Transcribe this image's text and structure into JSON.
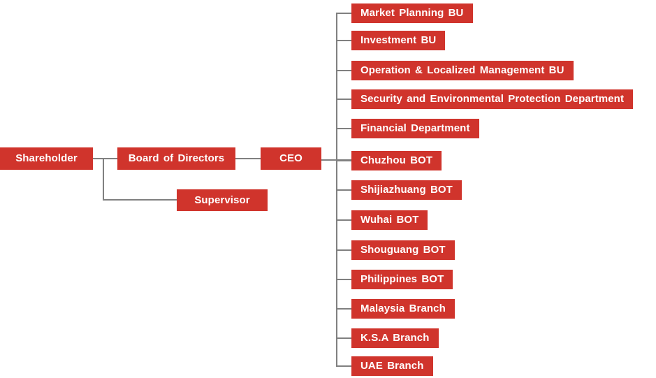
{
  "org": {
    "nodes": {
      "shareholder": "Shareholder",
      "board": "Board of Directors",
      "supervisor": "Supervisor",
      "ceo": "CEO"
    },
    "children": [
      {
        "label": "Market Planning BU"
      },
      {
        "label": "Investment BU"
      },
      {
        "label": "Operation & Localized Management BU"
      },
      {
        "label": "Security and Environmental Protection Department"
      },
      {
        "label": "Financial Department"
      },
      {
        "label": "Chuzhou BOT"
      },
      {
        "label": "Shijiazhuang BOT"
      },
      {
        "label": "Wuhai BOT"
      },
      {
        "label": "Shouguang BOT"
      },
      {
        "label": "Philippines BOT"
      },
      {
        "label": "Malaysia Branch"
      },
      {
        "label": "K.S.A Branch"
      },
      {
        "label": "UAE Branch"
      }
    ]
  },
  "colors": {
    "box": "#d0342c",
    "text": "#ffffff",
    "line": "#808080",
    "background": "#ffffff"
  }
}
